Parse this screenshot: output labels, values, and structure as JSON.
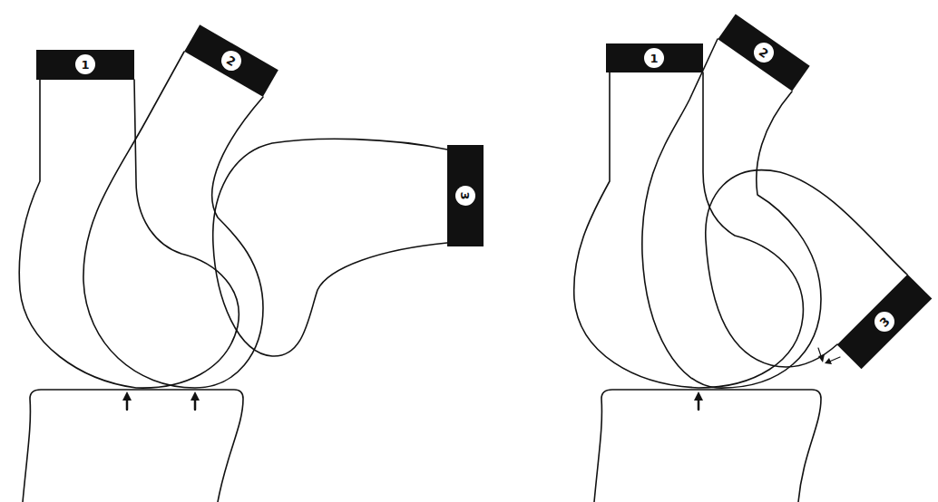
{
  "diagram": {
    "labels": [
      "1",
      "2",
      "3",
      "1",
      "2",
      "3"
    ]
  }
}
